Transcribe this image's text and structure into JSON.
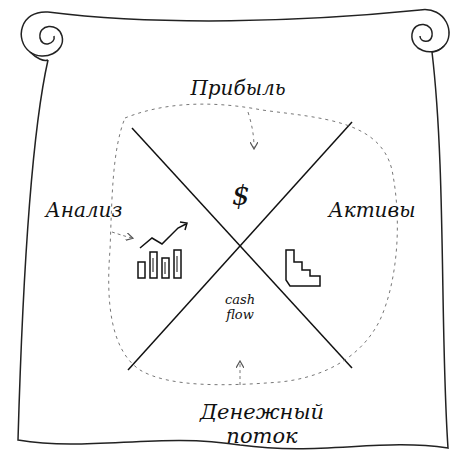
{
  "diagram": {
    "labels": [
      "Прибыль",
      "Анализ",
      "$",
      "Активы",
      "cash flow",
      "Денежный поток"
    ]
  }
}
